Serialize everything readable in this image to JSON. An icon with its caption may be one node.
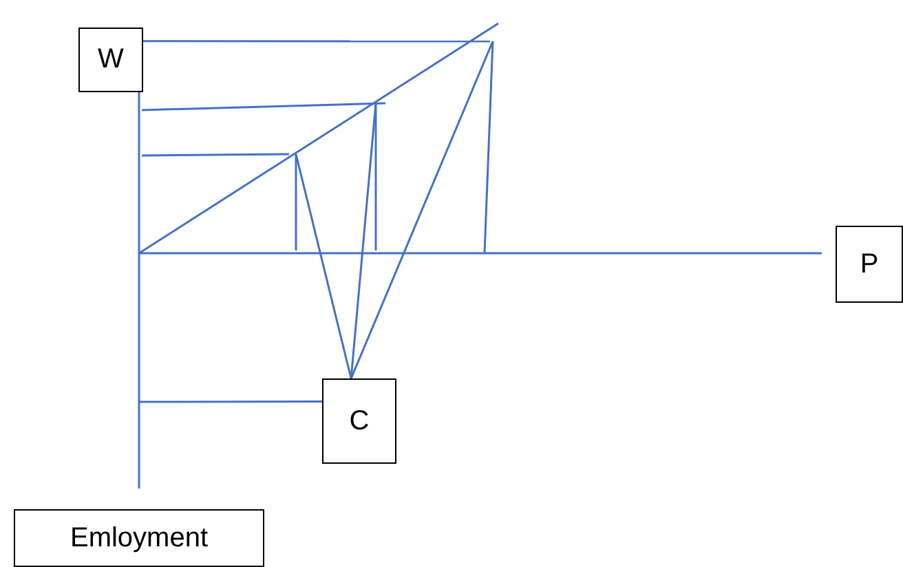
{
  "diagram": {
    "nodes": [
      {
        "text": [
          "W"
        ]
      },
      {
        "text": [
          "P"
        ]
      },
      {
        "text": [
          "C"
        ]
      },
      {
        "text": [
          "Emloyment"
        ]
      }
    ],
    "edges": [
      {
        "from": 0,
        "to": null,
        "arrow": "none"
      },
      {
        "from": 2,
        "to": null,
        "arrow": "none"
      },
      {
        "from": 2,
        "to": null,
        "arrow": "none"
      },
      {
        "from": 2,
        "to": null,
        "arrow": "none"
      },
      {
        "from": null,
        "to": 2,
        "arrow": "none"
      }
    ]
  }
}
